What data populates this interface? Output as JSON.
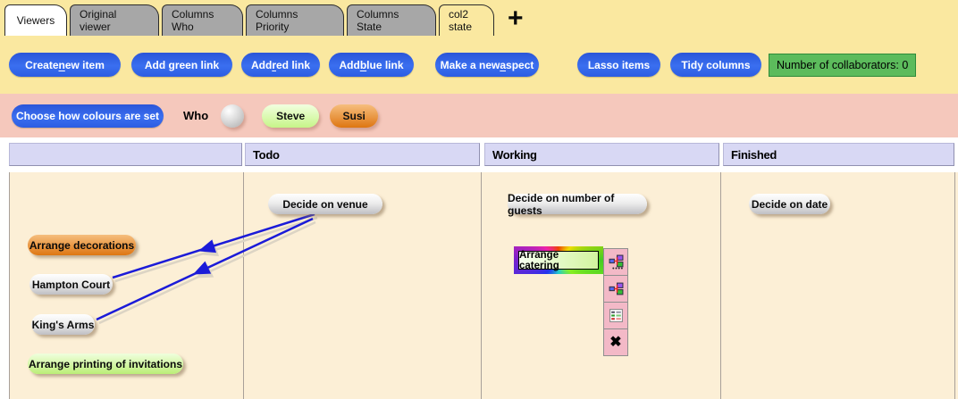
{
  "tabs": [
    {
      "label": "Viewers",
      "state": "selected-white"
    },
    {
      "label": "Original viewer",
      "state": "inactive"
    },
    {
      "label": "Columns Who",
      "state": "inactive"
    },
    {
      "label": "Columns Priority",
      "state": "inactive"
    },
    {
      "label": "Columns State",
      "state": "inactive"
    },
    {
      "label": "col2 state",
      "state": "selected-yellow"
    }
  ],
  "add_tab_label": "+",
  "actions": {
    "buttons": [
      {
        "pre": "Create ",
        "mn": "n",
        "post": "ew item"
      },
      {
        "pre": "Add green link",
        "mn": "",
        "post": ""
      },
      {
        "pre": "Add ",
        "mn": "r",
        "post": "ed link"
      },
      {
        "pre": "Add ",
        "mn": "b",
        "post": "lue link"
      },
      {
        "pre": "Make a new ",
        "mn": "a",
        "post": "spect"
      },
      {
        "pre": "Lasso items",
        "mn": "",
        "post": ""
      },
      {
        "pre": "Tidy columns",
        "mn": "",
        "post": ""
      }
    ],
    "collaborators_label": "Number of collaborators: 0",
    "collaborators_count": 0
  },
  "colour_row": {
    "choose_button_label": "Choose how colours are set",
    "who_label": "Who",
    "chips": [
      {
        "label": "",
        "color": "grey"
      },
      {
        "label": "Steve",
        "color": "green"
      },
      {
        "label": "Susi",
        "color": "orange"
      }
    ]
  },
  "columns": {
    "headers": [
      "",
      "Todo",
      "Working",
      "Finished"
    ]
  },
  "board": {
    "items": [
      {
        "label": "Decide on venue",
        "color": "grey",
        "column": "Todo"
      },
      {
        "label": "Decide on number of guests",
        "color": "grey",
        "column": "Working"
      },
      {
        "label": "Decide on date",
        "color": "grey",
        "column": "Finished"
      },
      {
        "label": "Arrange decorations",
        "color": "orange",
        "column": ""
      },
      {
        "label": "Hampton Court",
        "color": "grey",
        "column": ""
      },
      {
        "label": "King's Arms",
        "color": "grey",
        "column": ""
      },
      {
        "label": "Arrange printing of invitations",
        "color": "green",
        "column": ""
      },
      {
        "label": "Arrange catering",
        "color": "green",
        "column": "Working",
        "selected": true
      }
    ],
    "links": [
      {
        "from": "Decide on venue",
        "to": "Hampton Court",
        "color": "#1B1BD8",
        "type": "blue-arrow"
      },
      {
        "from": "Decide on venue",
        "to": "King's Arms",
        "color": "#1B1BD8",
        "type": "blue-arrow"
      }
    ],
    "item_toolbar_icons": [
      "expand-children-icon",
      "show-links-icon",
      "item-contents-icon",
      "delete-item-icon"
    ],
    "colors": {
      "link_blue": "#1B1BD8",
      "board_background": "#FCEFD6",
      "header_background": "#D8D8F4",
      "top_background": "#FAE8A0",
      "who_row_background": "#F5C8BC",
      "collab_box_green": "#5CBB5C"
    }
  }
}
